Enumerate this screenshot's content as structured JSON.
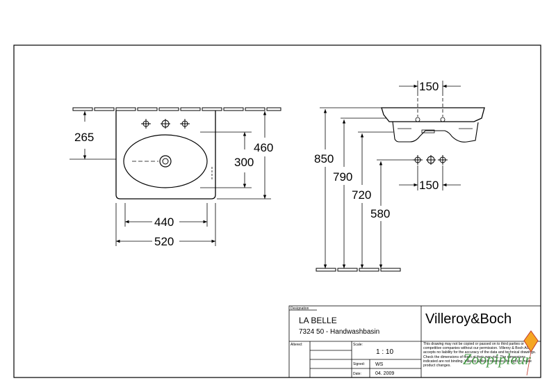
{
  "dimensions": {
    "front_height_265": "265",
    "front_height_300": "300",
    "front_height_460": "460",
    "front_width_440": "440",
    "front_width_520": "520",
    "side_height_850": "850",
    "side_height_790": "790",
    "side_height_720": "720",
    "side_height_580": "580",
    "side_top_150": "150",
    "side_bottom_150": "150"
  },
  "title_block": {
    "designation_label": "Designation",
    "product_name": "LA BELLE",
    "product_code": "7324 50 - Handwashbasin",
    "brand": "Villeroy&Boch",
    "altered_label": "Altered:",
    "scale_label": "Scale:",
    "scale_value": "1 : 10",
    "signed_label": "Signed:",
    "signed_value": "WS",
    "date_label": "Date:",
    "date_value": "04. 2009",
    "notice": "This drawing may not be copied or passed on to third parties or competitive companies without our permission. Villeroy & Boch AG accepts no liability for the accuracy of the data and technical drawings. Check the dimensions of them at their own risk. The dimensions indicated are not binding. Villeroy & Boch reserves the right to make product changes.",
    "watermark": "Zoopipleur"
  }
}
